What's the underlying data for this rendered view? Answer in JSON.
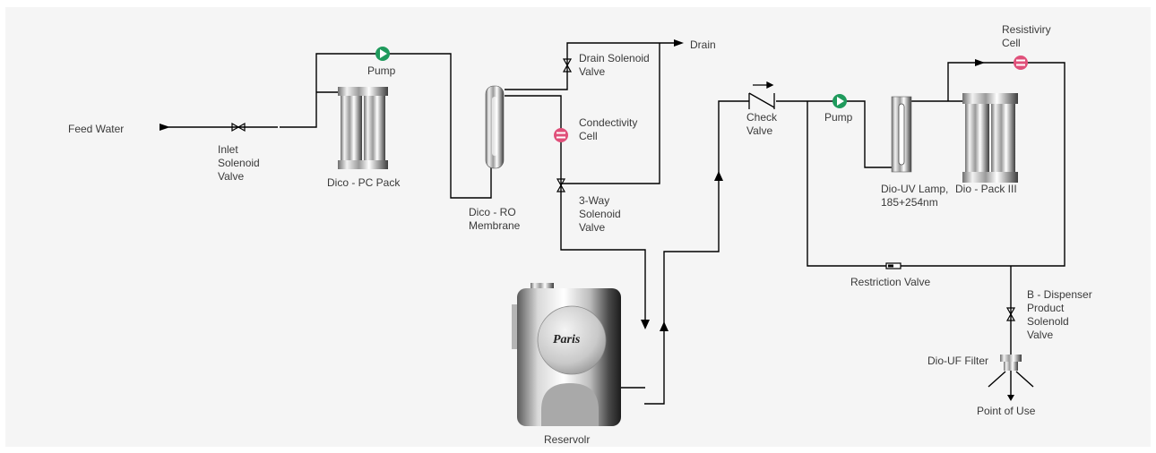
{
  "labels": {
    "feed_water": "Feed Water",
    "inlet_valve": "Inlet\nSolenoid\nValve",
    "pump_1": "Pump",
    "pc_pack": "Dico - PC Pack",
    "ro_membrane": "Dico - RO\nMembrane",
    "drain_valve": "Drain Solenoid\nValve",
    "drain": "Drain",
    "conductivity_cell": "Condectivity\nCell",
    "three_way_valve": "3-Way\nSolenoid\nValve",
    "reservoir": "Reservolr",
    "reservoir_brand": "Paris",
    "check_valve": "Check\nValve",
    "pump_2": "Pump",
    "uv_lamp": "Dio-UV Lamp,\n185+254nm",
    "pack_iii": "Dio - Pack III",
    "resistivity_cell": "Resistiviry\nCell",
    "restriction_valve": "Restriction Valve",
    "dispenser_valve": "B - Dispenser\nProduct\nSolenold\nValve",
    "uf_filter": "Dio-UF Filter",
    "point_of_use": "Point of Use"
  },
  "colors": {
    "background": "#f5f5f5",
    "pump": "#1f9a5c",
    "sensor": "#e0507a",
    "pipe": "#000000",
    "label": "#3a3a3a"
  },
  "icons": {
    "pump": "pump-icon",
    "sensor": "sensor-cell-icon",
    "valve": "bowtie-valve-icon",
    "filter": "cartridge-filter-icon",
    "reservoir": "tank-icon"
  }
}
